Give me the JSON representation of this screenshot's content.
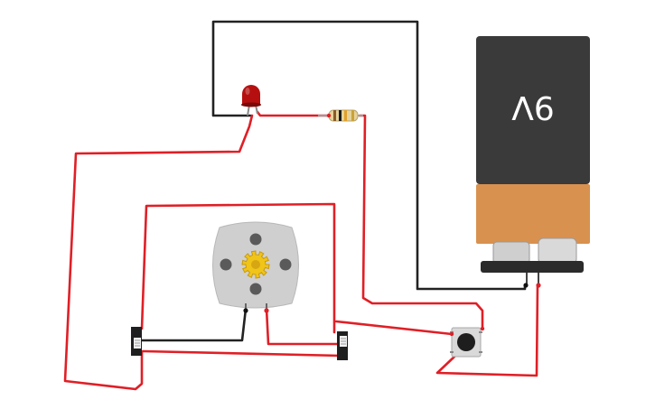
{
  "battery": {
    "label": "9V",
    "colors": {
      "body": "#3a3a3a",
      "band": "#d9914f",
      "base": "#2b2b2b"
    }
  },
  "wire_colors": {
    "red": "#e01f26",
    "black": "#222222"
  },
  "led": {
    "color": "#b5100f"
  },
  "motor": {
    "icon": "gear-icon",
    "gear_color": "#f0c419"
  },
  "components": [
    "battery",
    "led",
    "resistor",
    "dc-motor",
    "push-button",
    "slide-switch-left",
    "slide-switch-right"
  ]
}
